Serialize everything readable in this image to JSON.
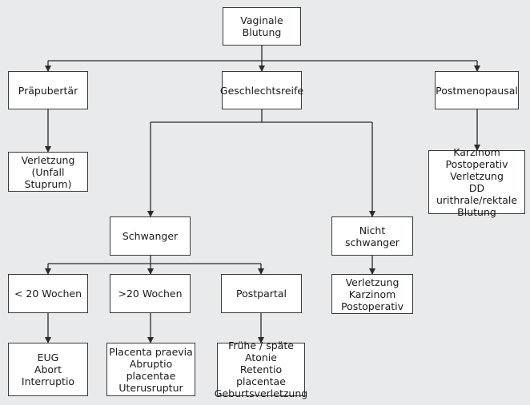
{
  "diagram": {
    "nodes": [
      {
        "id": "root",
        "text": "Vaginale Blutung"
      },
      {
        "id": "praepubertaer",
        "text": "Präpubertär"
      },
      {
        "id": "geschlechtsreife",
        "text": "Geschlechtsreife"
      },
      {
        "id": "postmenopausal",
        "text": "Postmenopausal"
      },
      {
        "id": "verletzung-unfall",
        "text": "Verletzung (Unfall\nStuprum)"
      },
      {
        "id": "karzinom-post",
        "text": "Karzinom\nPostoperativ\nVerletzung\nDD urithrale/rektale\nBlutung"
      },
      {
        "id": "schwanger",
        "text": "Schwanger"
      },
      {
        "id": "nicht-schwanger",
        "text": "Nicht schwanger"
      },
      {
        "id": "unter-20",
        "text": "< 20 Wochen"
      },
      {
        "id": "ueber-20",
        "text": ">20 Wochen"
      },
      {
        "id": "postpartal",
        "text": "Postpartal"
      },
      {
        "id": "verletzung-karzinom",
        "text": "Verletzung\nKarzinom\nPostoperativ"
      },
      {
        "id": "eug",
        "text": "EUG\nAbort\nInterruptio"
      },
      {
        "id": "placenta",
        "text": "Placenta praevia\nAbruptio placentae\nUterusruptur"
      },
      {
        "id": "fruehe",
        "text": "Frühe / späte\nAtonie\nRetentio placentae\nGeburtsverletzung"
      }
    ],
    "edges": [
      [
        "root",
        "praepubertaer"
      ],
      [
        "root",
        "geschlechtsreife"
      ],
      [
        "root",
        "postmenopausal"
      ],
      [
        "praepubertaer",
        "verletzung-unfall"
      ],
      [
        "postmenopausal",
        "karzinom-post"
      ],
      [
        "geschlechtsreife",
        "schwanger"
      ],
      [
        "geschlechtsreife",
        "nicht-schwanger"
      ],
      [
        "schwanger",
        "unter-20"
      ],
      [
        "schwanger",
        "ueber-20"
      ],
      [
        "schwanger",
        "postpartal"
      ],
      [
        "nicht-schwanger",
        "verletzung-karzinom"
      ],
      [
        "unter-20",
        "eug"
      ],
      [
        "ueber-20",
        "placenta"
      ],
      [
        "postpartal",
        "fruehe"
      ]
    ]
  }
}
